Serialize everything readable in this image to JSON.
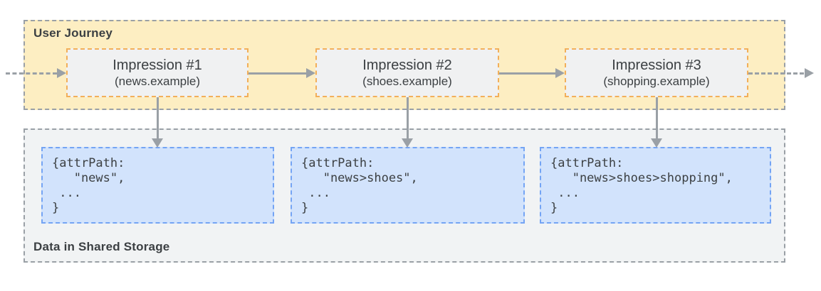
{
  "colors": {
    "journey_panel_bg": "#FDEEC2",
    "journey_panel_border": "#9AA0A6",
    "impression_box_bg": "#F0F1F2",
    "impression_box_border": "#F2AF5A",
    "storage_panel_bg": "#F1F3F4",
    "storage_panel_border": "#9AA0A6",
    "code_box_bg": "#D2E3FC",
    "code_box_border": "#74A4F4",
    "arrow": "#9AA0A6",
    "text": "#3C4043"
  },
  "journey": {
    "label": "User Journey",
    "impressions": [
      {
        "title": "Impression #1",
        "domain": "(news.example)"
      },
      {
        "title": "Impression #2",
        "domain": "(shoes.example)"
      },
      {
        "title": "Impression #3",
        "domain": "(shopping.example)"
      }
    ]
  },
  "storage": {
    "label": "Data in Shared Storage",
    "entries": [
      {
        "code": "{attrPath:\n   \"news\",\n ...\n}"
      },
      {
        "code": "{attrPath:\n   \"news>shoes\",\n ...\n}"
      },
      {
        "code": "{attrPath:\n   \"news>shoes>shopping\",\n ...\n}"
      }
    ]
  }
}
